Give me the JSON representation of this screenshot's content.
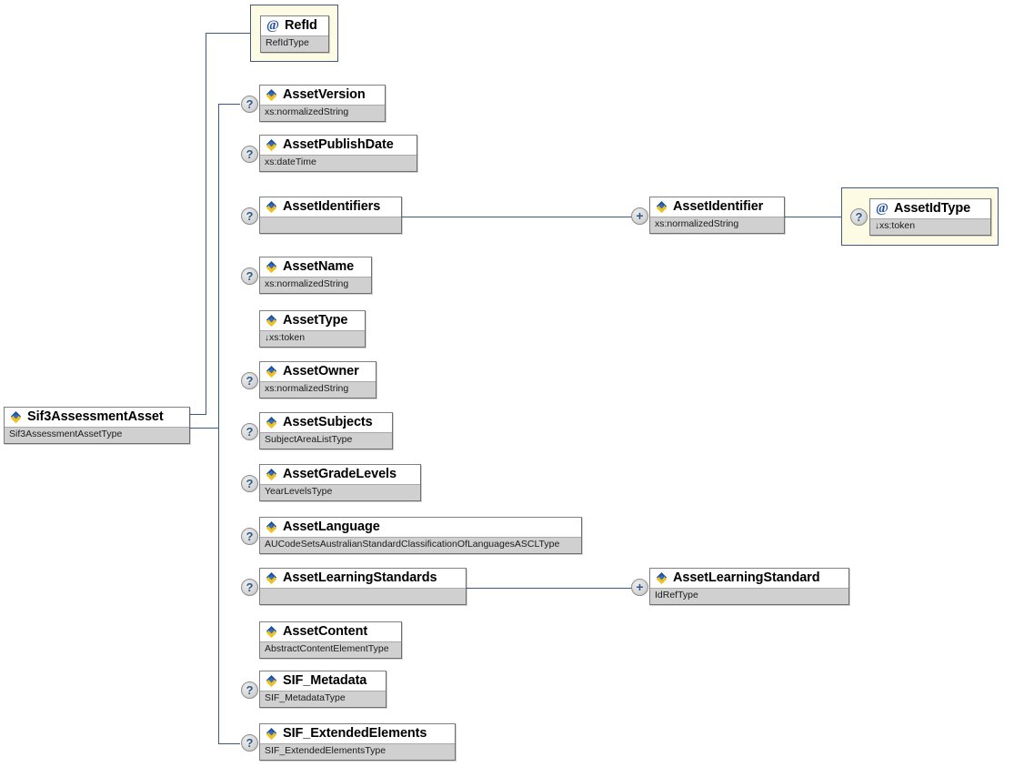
{
  "diagram": {
    "title": "Sif3AssessmentAsset XSD structure diagram",
    "icons": {
      "element": "element-icon",
      "attribute": "at-icon",
      "optional": "?",
      "expand": "+",
      "derived": "↓"
    },
    "colors": {
      "connector": "#3d5a80",
      "type_row_bg": "#d0d0d0",
      "attribute_wrap_bg": "#fdfbe4",
      "attribute_wrap_border": "#3d5a80",
      "badge_text": "#2e5b8f"
    }
  },
  "root": {
    "name": "Sif3AssessmentAsset",
    "type": "Sif3AssessmentAssetType",
    "kind": "element",
    "optional": false
  },
  "children": [
    {
      "name": "RefId",
      "type": "RefIdType",
      "kind": "attribute",
      "optional": false,
      "derived": false
    },
    {
      "name": "AssetVersion",
      "type": "xs:normalizedString",
      "kind": "element",
      "optional": true,
      "derived": false
    },
    {
      "name": "AssetPublishDate",
      "type": "xs:dateTime",
      "kind": "element",
      "optional": true,
      "derived": false
    },
    {
      "name": "AssetIdentifiers",
      "type": "",
      "kind": "element",
      "optional": true,
      "derived": false
    },
    {
      "name": "AssetName",
      "type": "xs:normalizedString",
      "kind": "element",
      "optional": true,
      "derived": false
    },
    {
      "name": "AssetType",
      "type": "xs:token",
      "kind": "element",
      "optional": false,
      "derived": true
    },
    {
      "name": "AssetOwner",
      "type": "xs:normalizedString",
      "kind": "element",
      "optional": true,
      "derived": false
    },
    {
      "name": "AssetSubjects",
      "type": "SubjectAreaListType",
      "kind": "element",
      "optional": true,
      "derived": false
    },
    {
      "name": "AssetGradeLevels",
      "type": "YearLevelsType",
      "kind": "element",
      "optional": true,
      "derived": false
    },
    {
      "name": "AssetLanguage",
      "type": "AUCodeSetsAustralianStandardClassificationOfLanguagesASCLType",
      "kind": "element",
      "optional": true,
      "derived": false
    },
    {
      "name": "AssetLearningStandards",
      "type": "",
      "kind": "element",
      "optional": true,
      "derived": false
    },
    {
      "name": "AssetContent",
      "type": "AbstractContentElementType",
      "kind": "element",
      "optional": false,
      "derived": false
    },
    {
      "name": "SIF_Metadata",
      "type": "SIF_MetadataType",
      "kind": "element",
      "optional": true,
      "derived": false
    },
    {
      "name": "SIF_ExtendedElements",
      "type": "SIF_ExtendedElementsType",
      "kind": "element",
      "optional": true,
      "derived": false
    }
  ],
  "grandchildren": [
    {
      "name": "AssetIdentifier",
      "type": "xs:normalizedString",
      "kind": "element",
      "expandable": true,
      "parent": "AssetIdentifiers"
    },
    {
      "name": "AssetLearningStandard",
      "type": "IdRefType",
      "kind": "element",
      "expandable": true,
      "parent": "AssetLearningStandards"
    }
  ],
  "great_grandchildren": [
    {
      "name": "AssetIdType",
      "type": "xs:token",
      "kind": "attribute",
      "optional": true,
      "derived": true,
      "parent": "AssetIdentifier"
    }
  ]
}
